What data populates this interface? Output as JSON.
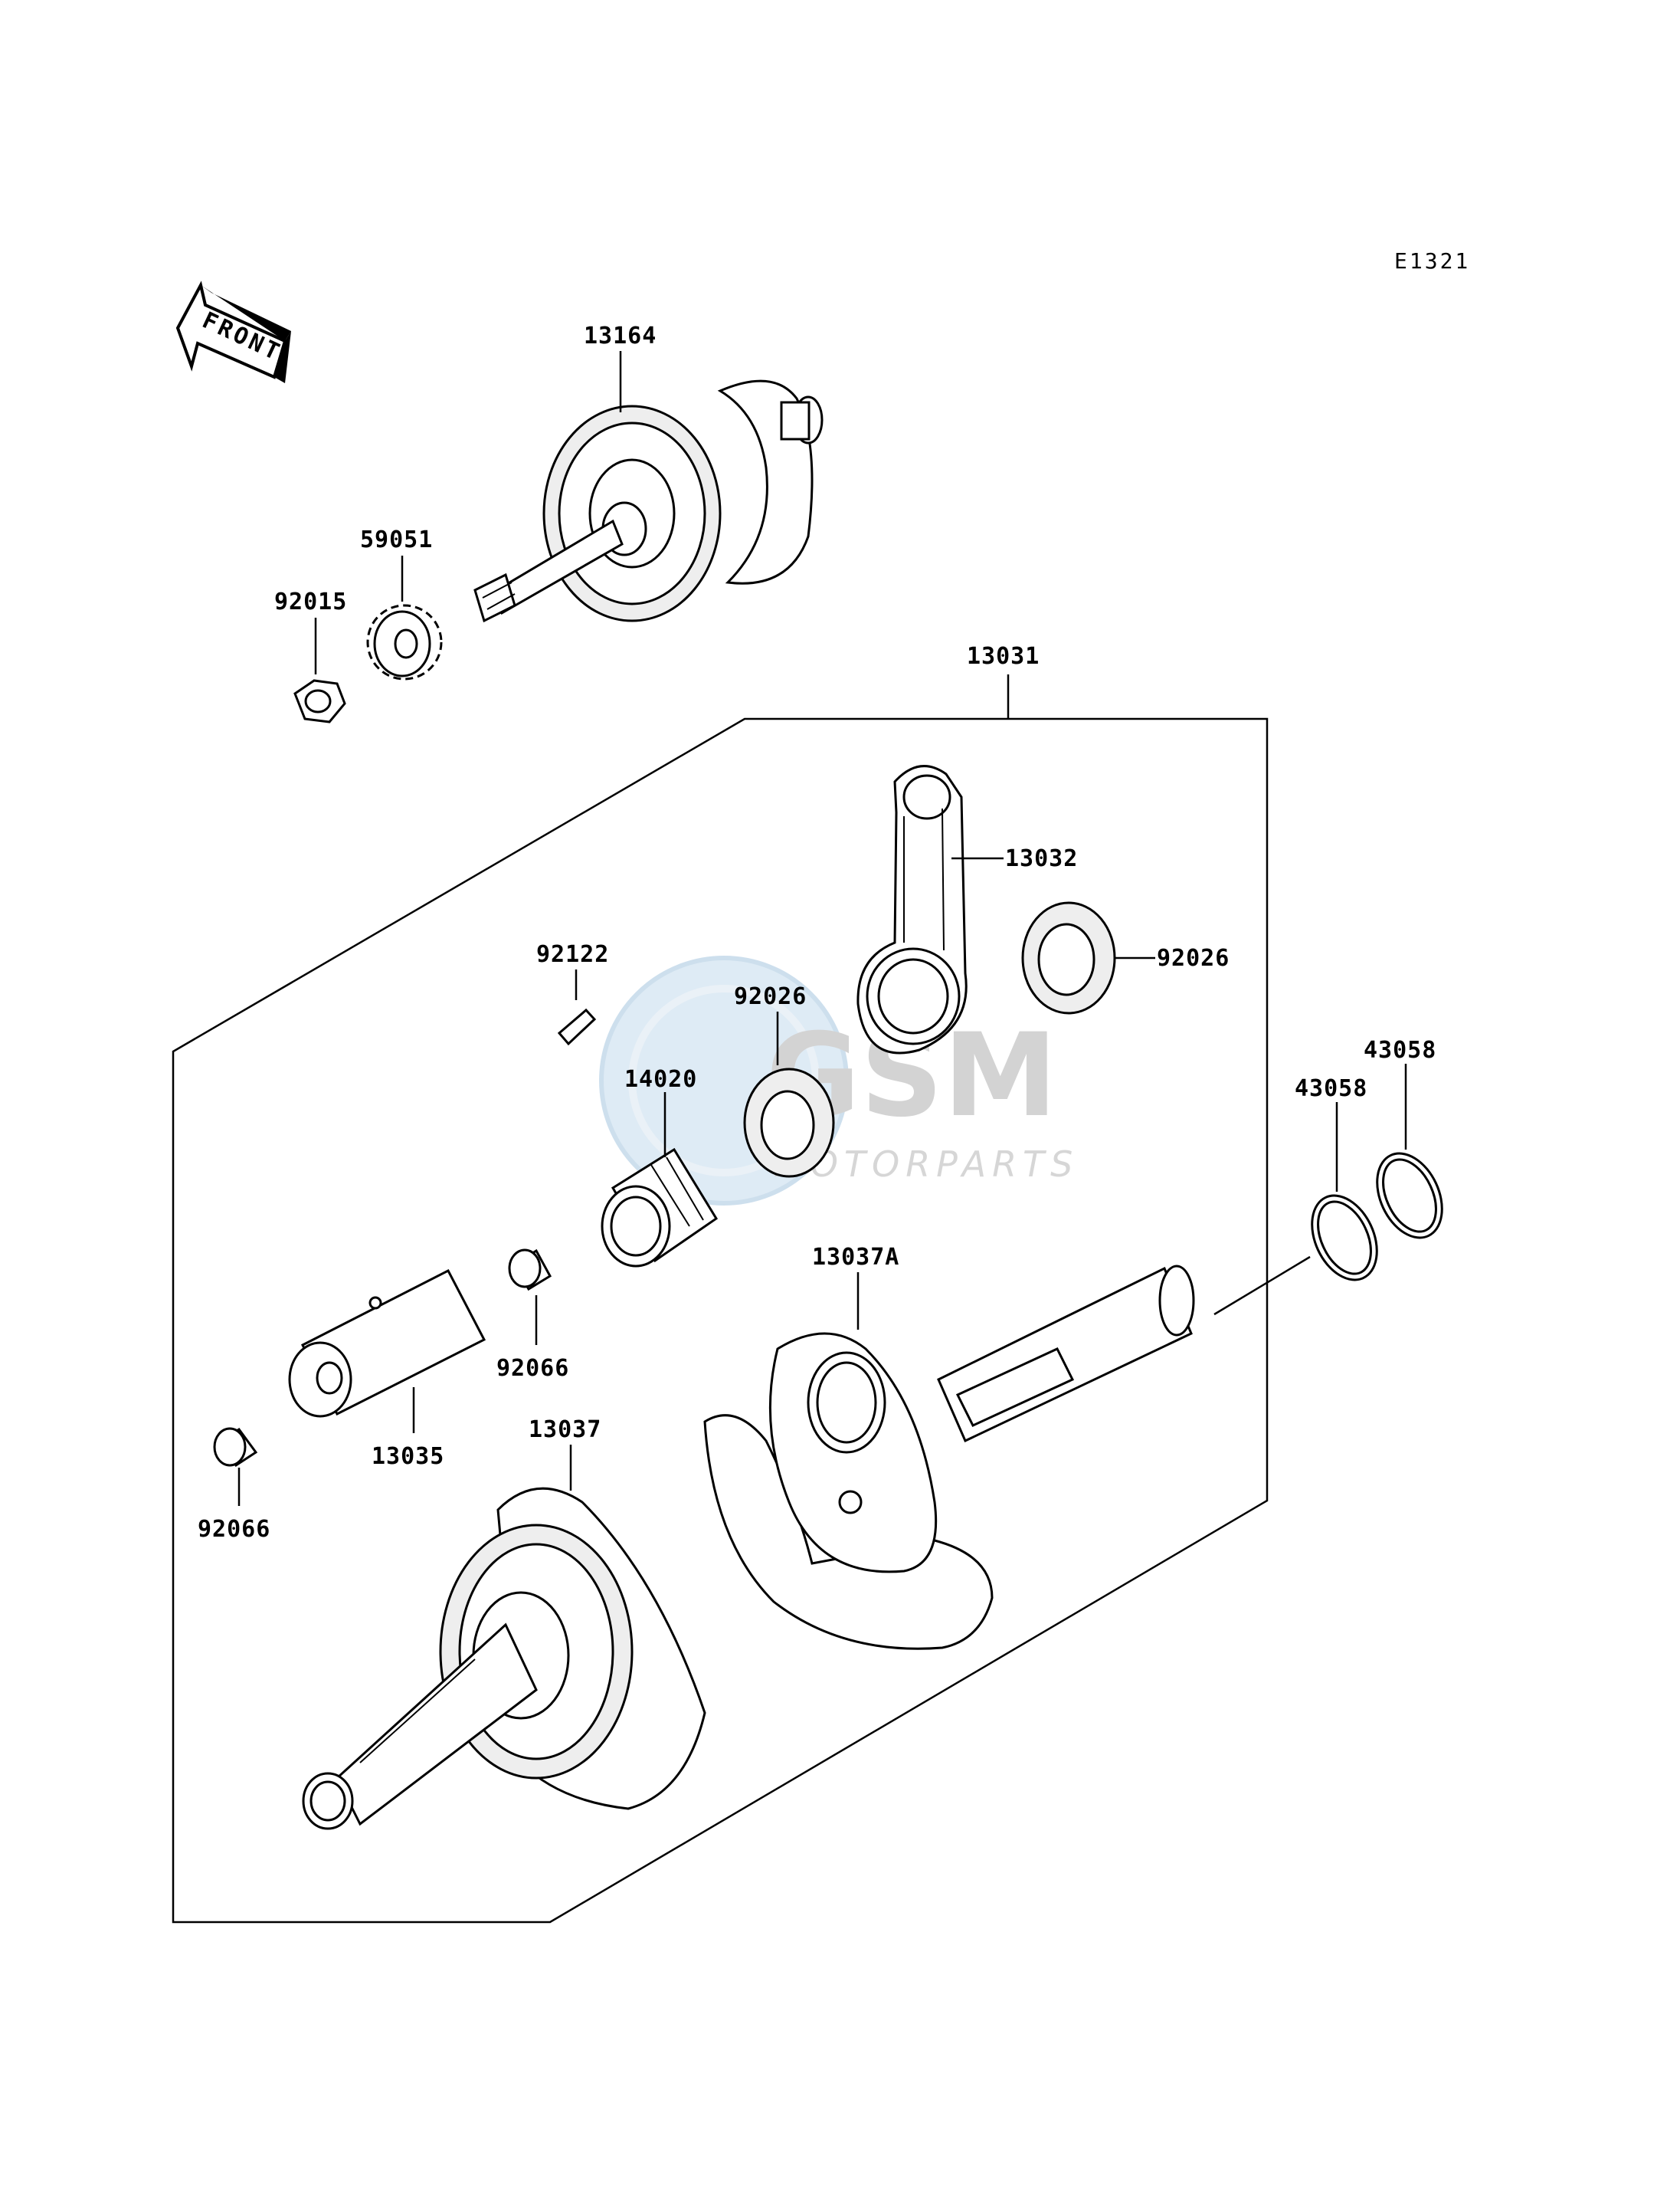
{
  "diagram_code": "E1321",
  "front_label": "FRONT",
  "watermark": {
    "main": "GSM",
    "sub": "MOTORPARTS"
  },
  "parts": [
    {
      "id": "13164",
      "label": "13164"
    },
    {
      "id": "59051",
      "label": "59051"
    },
    {
      "id": "92015",
      "label": "92015"
    },
    {
      "id": "13031",
      "label": "13031"
    },
    {
      "id": "13032",
      "label": "13032"
    },
    {
      "id": "92026a",
      "label": "92026"
    },
    {
      "id": "92026b",
      "label": "92026"
    },
    {
      "id": "92122",
      "label": "92122"
    },
    {
      "id": "14020",
      "label": "14020"
    },
    {
      "id": "43058a",
      "label": "43058"
    },
    {
      "id": "43058b",
      "label": "43058"
    },
    {
      "id": "92066a",
      "label": "92066"
    },
    {
      "id": "13037A",
      "label": "13037A"
    },
    {
      "id": "13035",
      "label": "13035"
    },
    {
      "id": "13037",
      "label": "13037"
    },
    {
      "id": "92066b",
      "label": "92066"
    }
  ]
}
